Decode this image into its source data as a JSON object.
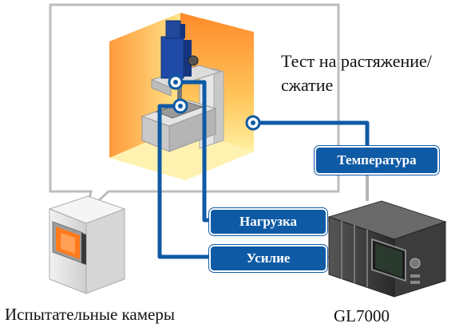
{
  "captions": {
    "test_line1": "Тест на растяжение/",
    "test_line2": "сжатие",
    "chamber": "Испытательные камеры",
    "device": "GL7000"
  },
  "signals": {
    "temperature": "Температура",
    "load": "Нагрузка",
    "force": "Усилие"
  },
  "colors": {
    "signal_blue": "#0f5aa5",
    "chamber_hot": "#ff8a2a",
    "chamber_warm": "#ffe27a",
    "callout_border": "#bdbdbd"
  }
}
